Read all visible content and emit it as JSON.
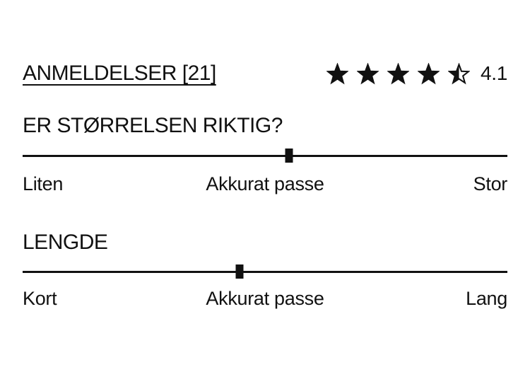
{
  "page": {
    "background_color": "#ffffff",
    "text_color": "#111111"
  },
  "header": {
    "reviews_label": "ANMELDELSER [21]",
    "rating": {
      "value": "4.1",
      "stars_total": 5,
      "stars_full": 4,
      "partial_star_fill_percent": 50
    }
  },
  "size_section": {
    "title": "ER STØRRELSEN RIKTIG?",
    "slider": {
      "marker_position_percent": 55.0,
      "labels": {
        "left": "Liten",
        "center": "Akkurat passe",
        "right": "Stor"
      }
    }
  },
  "length_section": {
    "title": "LENGDE",
    "slider": {
      "marker_position_percent": 44.8,
      "labels": {
        "left": "Kort",
        "center": "Akkurat passe",
        "right": "Lang"
      }
    }
  }
}
